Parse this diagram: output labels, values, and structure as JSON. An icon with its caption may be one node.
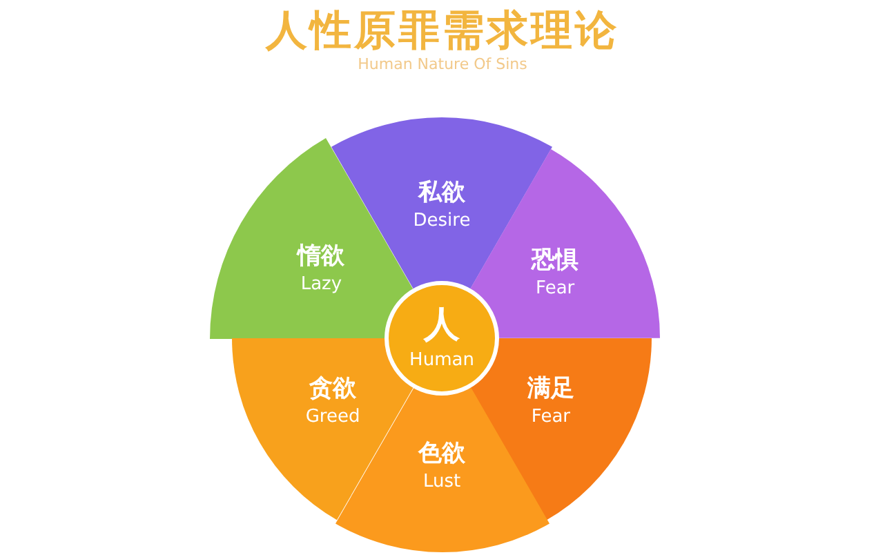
{
  "diagram": {
    "title": "人性原罪需求理论",
    "nodes": [
      {
        "text": [
          "人",
          "Human"
        ]
      },
      {
        "text": [
          "私欲",
          "Desire"
        ]
      },
      {
        "text": [
          "恐惧",
          "Fear"
        ]
      },
      {
        "text": [
          "惰欲",
          "Lazy"
        ]
      },
      {
        "text": [
          "贪欲",
          "Greed"
        ]
      },
      {
        "text": [
          "满足",
          "Fear"
        ]
      },
      {
        "text": [
          "色欲",
          "Lust"
        ]
      }
    ],
    "labels": [
      "Human Nature Of Sins"
    ]
  }
}
